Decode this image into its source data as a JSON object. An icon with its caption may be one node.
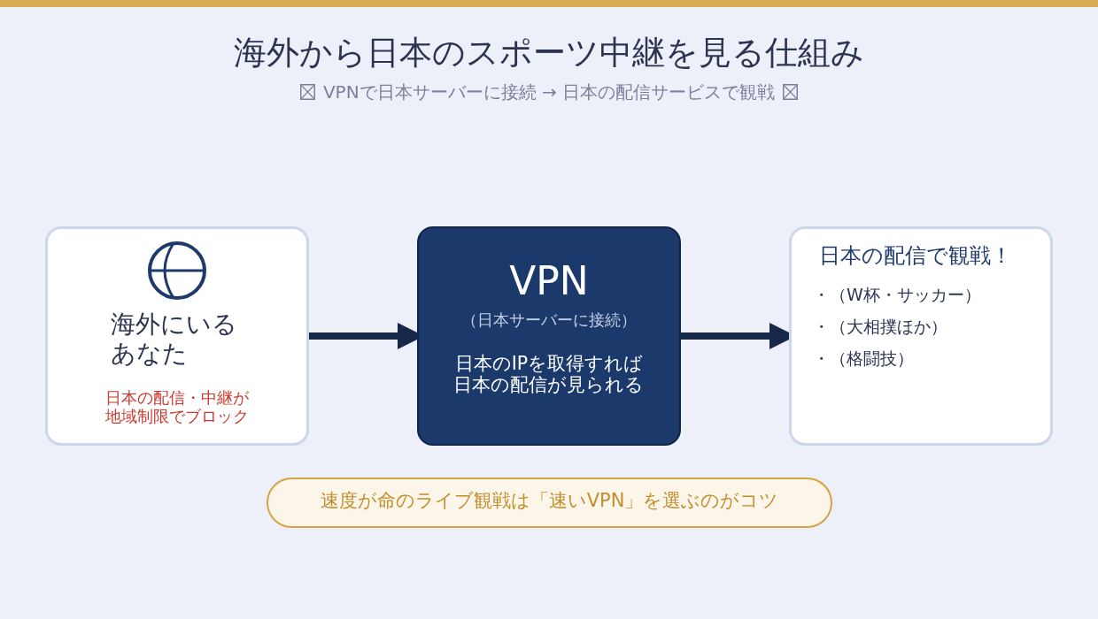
{
  "diagram": {
    "title": "海外から日本のスポーツ中継を見る仕組み",
    "nodes": [
      {
        "text": [
          "海外にいるあなた",
          "日本の配信・中継が地域制限でブロック"
        ]
      },
      {
        "text": [
          "VPN",
          "（日本サーバーに接続）",
          "日本のIPを取得すれば日本の配信が見られる"
        ]
      },
      {
        "text": [
          "日本の配信で観戦！",
          "・（W杯・サッカー）",
          "・（大相撲ほか）",
          "・（格闘技）"
        ]
      },
      {
        "text": [
          "速度が命のライブ観戦は「速いVPN」を選ぶのがコツ"
        ]
      }
    ],
    "edges": [
      {
        "from": 0,
        "to": 1,
        "arrow": "to"
      },
      {
        "from": 1,
        "to": 2,
        "arrow": "to"
      }
    ],
    "labels": [
      "VPNで日本サーバーに接続 → 日本の配信サービスで観戦"
    ]
  }
}
